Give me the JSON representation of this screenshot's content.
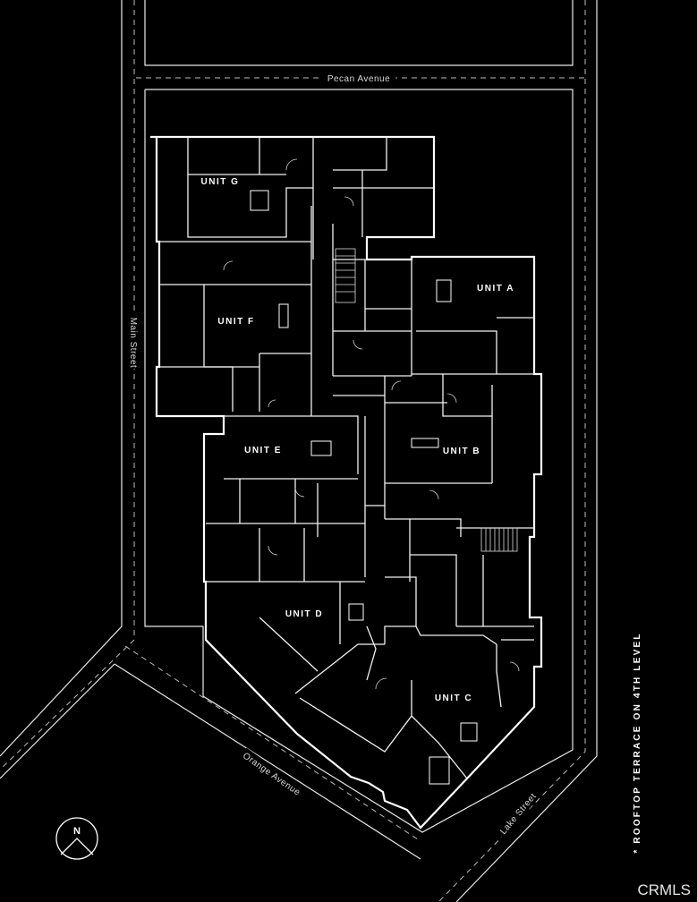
{
  "streets": {
    "top": "Pecan Avenue",
    "left": "Main Street",
    "bottom_left": "Orange Avenue",
    "bottom_right": "Lake Street"
  },
  "units": [
    "UNIT A",
    "UNIT B",
    "UNIT C",
    "UNIT D",
    "UNIT E",
    "UNIT F",
    "UNIT G"
  ],
  "note": "* ROOFTOP TERRACE ON 4TH LEVEL",
  "compass": {
    "letter": "N"
  },
  "watermark": "CRMLS",
  "colors": {
    "background": "#000000",
    "lines": "#ffffff",
    "street_text": "#d8d8d8"
  }
}
